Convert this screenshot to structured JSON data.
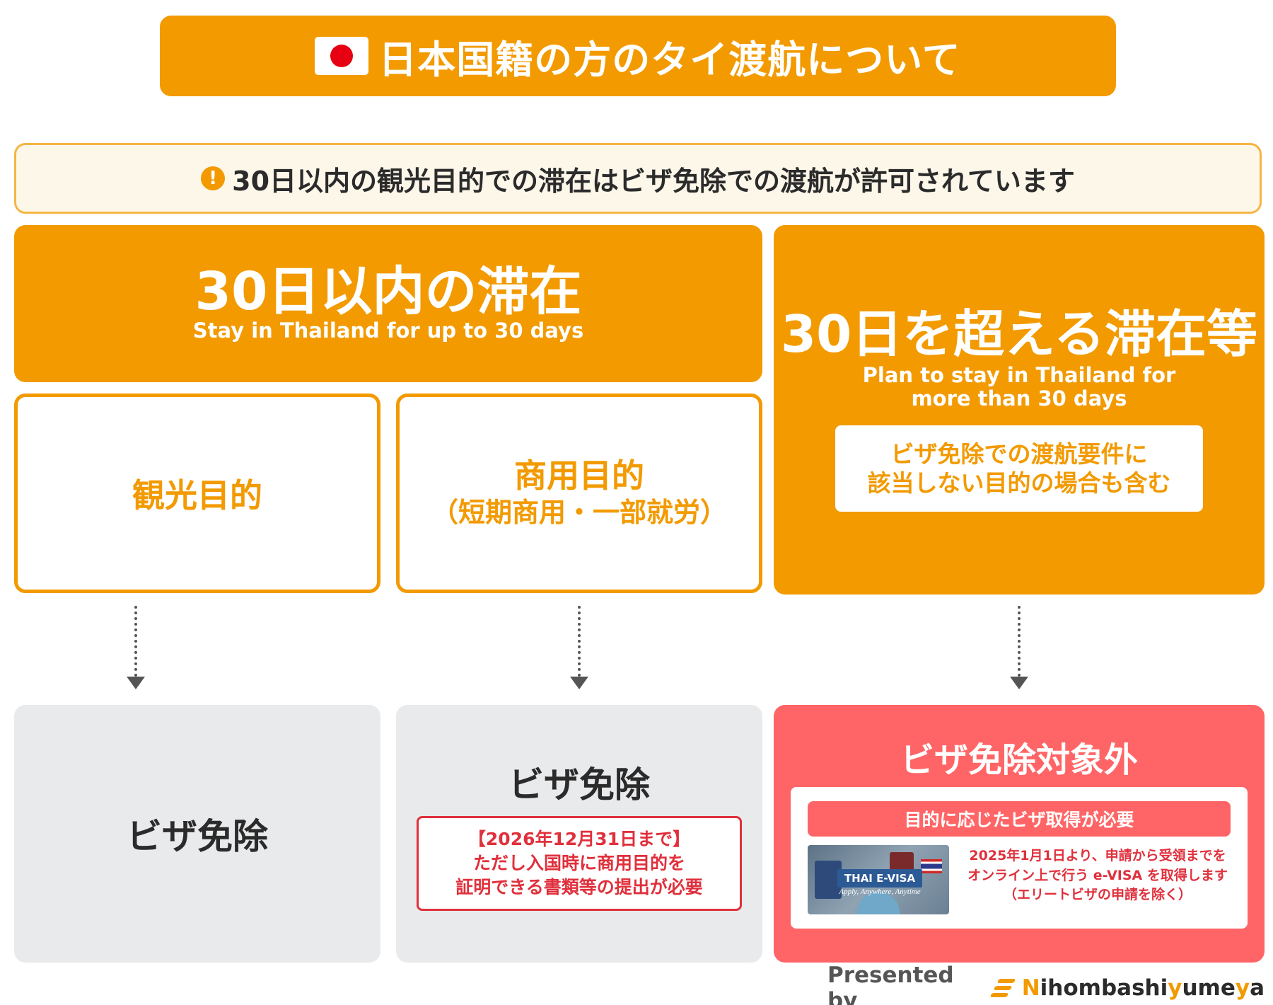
{
  "title": {
    "text": "日本国籍の方のタイ渡航について",
    "flag_icon": "japan-flag-icon"
  },
  "notice": {
    "icon": "exclamation-icon",
    "text": "30日以内の観光目的での滞在はビザ免除での渡航が許可されています"
  },
  "short_stay": {
    "title": "30日以内の滞在",
    "subtitle": "Stay in Thailand for up to 30 days",
    "purposes": {
      "tourism": "観光目的",
      "business_line1": "商用目的",
      "business_line2": "（短期商用・一部就労）"
    }
  },
  "long_stay": {
    "title": "30日を超える滞在等",
    "subtitle_line1": "Plan to stay in Thailand for",
    "subtitle_line2": "more than 30 days",
    "note_line1": "ビザ免除での渡航要件に",
    "note_line2": "該当しない目的の場合も含む"
  },
  "results": {
    "tourism": "ビザ免除",
    "business": {
      "title": "ビザ免除",
      "date": "【2026年12月31日まで】",
      "condition_line1": "ただし入国時に商用目的を",
      "condition_line2": "証明できる書類等の提出が必要"
    },
    "long": {
      "title": "ビザ免除対象外",
      "need": "目的に応じたビザ取得が必要",
      "image_title": "THAI E-VISA",
      "image_tagline": "Apply, Anywhere, Anytime",
      "evisa_line1": "2025年1月1日より、申請から受領までを",
      "evisa_line2": "オンライン上で行う e-VISA を取得します",
      "evisa_line3": "（エリートビザの申請を除く）"
    }
  },
  "footer": {
    "presented_by": "Presented by",
    "brand_a": "N",
    "brand_b": "ihombashi",
    "brand_c": "y",
    "brand_d": "ume",
    "brand_e": "y",
    "brand_f": "a"
  },
  "colors": {
    "orange": "#f29a00",
    "red": "#ff6566",
    "red_text": "#e0303c",
    "gray": "#e9eaec",
    "cream": "#fdf7ea"
  }
}
